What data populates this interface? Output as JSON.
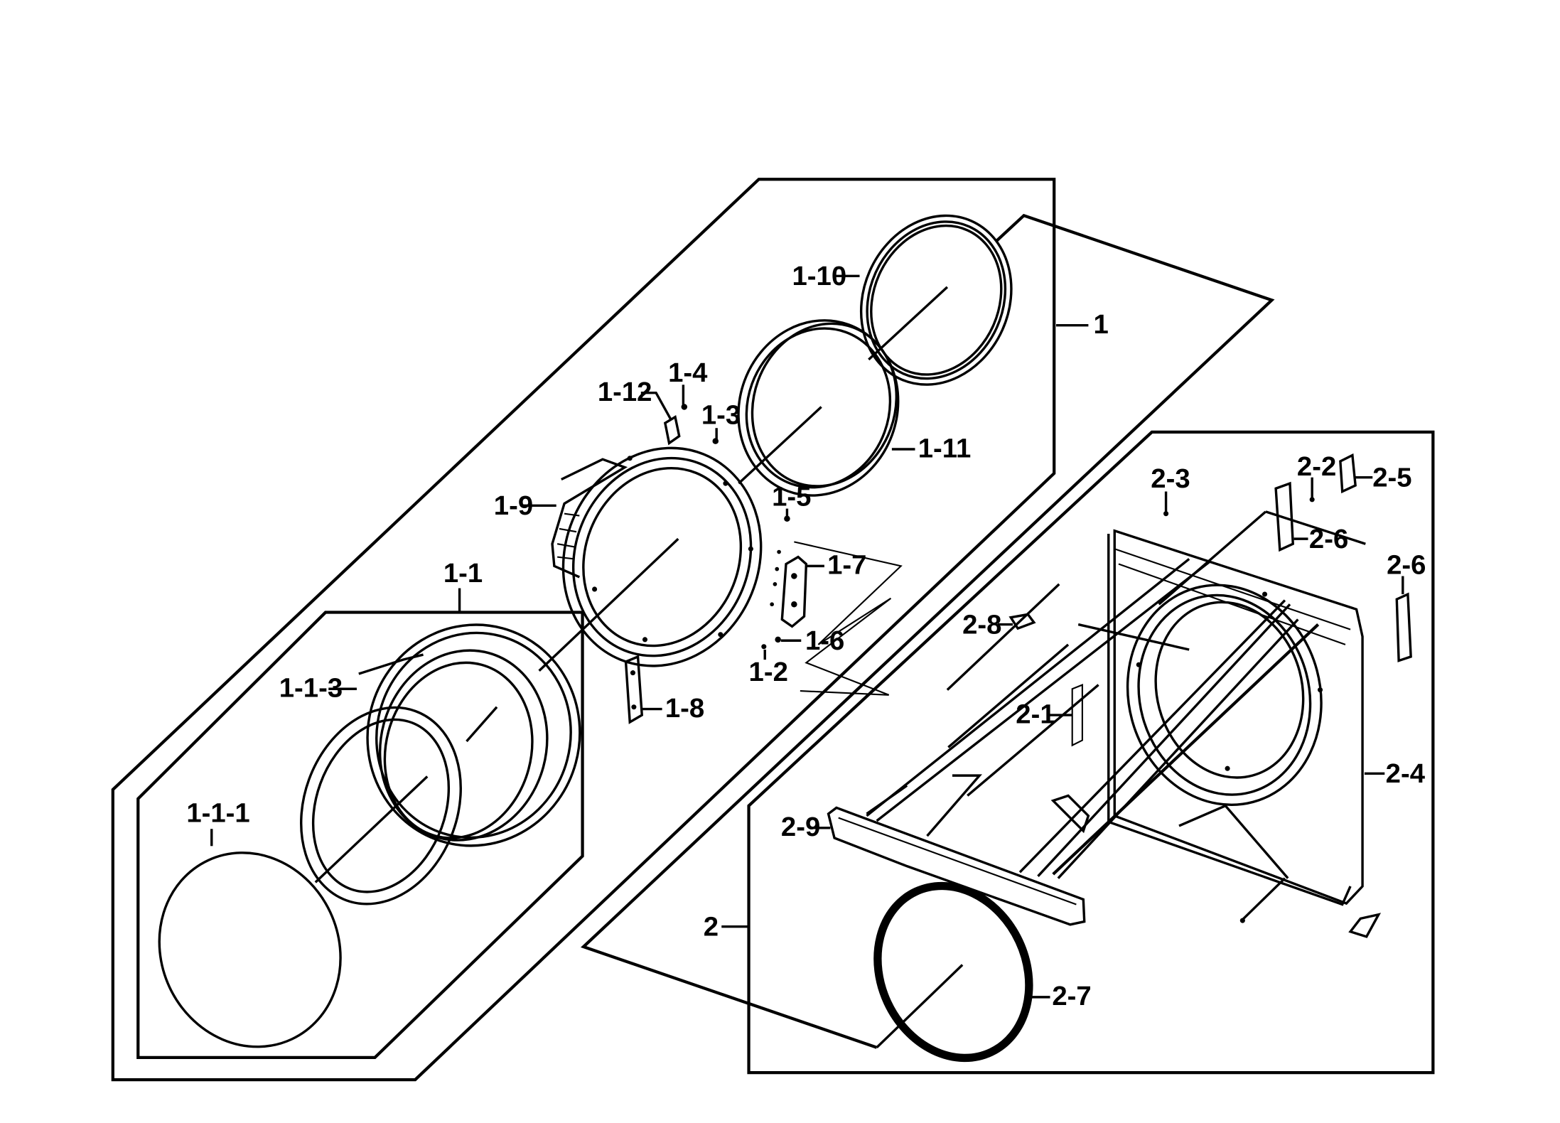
{
  "labels": {
    "l1": "1",
    "l1_1": "1-1",
    "l1_1_1": "1-1-1",
    "l1_1_3": "1-1-3",
    "l1_2": "1-2",
    "l1_3": "1-3",
    "l1_4": "1-4",
    "l1_5": "1-5",
    "l1_6": "1-6",
    "l1_7": "1-7",
    "l1_8": "1-8",
    "l1_9": "1-9",
    "l1_10": "1-10",
    "l1_11": "1-11",
    "l1_12": "1-12",
    "l2": "2",
    "l2_1": "2-1",
    "l2_2": "2-2",
    "l2_3": "2-3",
    "l2_4": "2-4",
    "l2_5": "2-5",
    "l2_6a": "2-6",
    "l2_6b": "2-6",
    "l2_7": "2-7",
    "l2_8": "2-8",
    "l2_9": "2-9"
  }
}
